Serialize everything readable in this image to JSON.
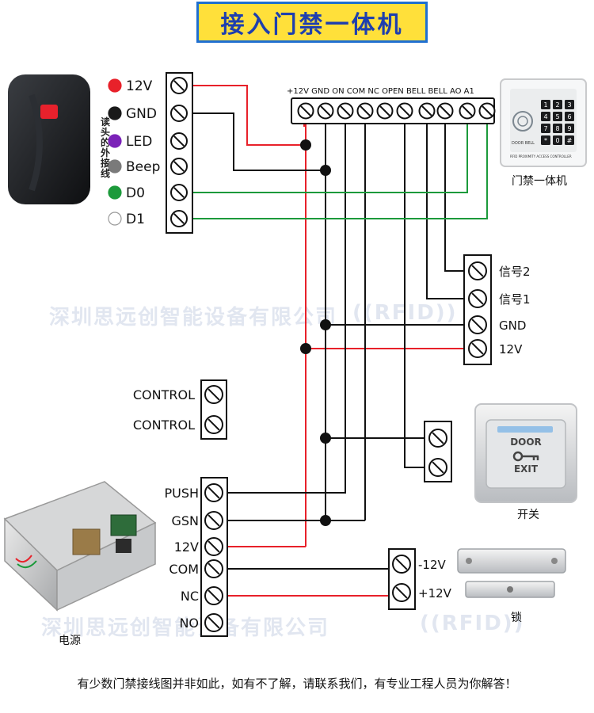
{
  "title": "接入门禁一体机",
  "reader": {
    "side_label": "读头的外接线",
    "terminals": [
      {
        "label": "12V",
        "color": "#e8212a"
      },
      {
        "label": "GND",
        "color": "#1a1a1a"
      },
      {
        "label": "LED",
        "color": "#7b22b8"
      },
      {
        "label": "Beep",
        "color": "#7a7a7a"
      },
      {
        "label": "D0",
        "color": "#1c9a3b"
      },
      {
        "label": "D1",
        "color": "#ffffff"
      }
    ]
  },
  "controller": {
    "header_labels": "+12V GND ON COM NC OPEN BELL BELL AO A1",
    "caption": "门禁一体机",
    "device_text": {
      "door_bell": "DOOR BELL",
      "rfid": "RFID PROXIMITY ACCESS CONTROLLER"
    },
    "keypad": [
      "1",
      "2",
      "3",
      "4",
      "5",
      "6",
      "7",
      "8",
      "9",
      "*",
      "0",
      "#"
    ]
  },
  "signal_block": {
    "labels": [
      "信号2",
      "信号1",
      "GND",
      "12V"
    ]
  },
  "control_block": {
    "labels": [
      "CONTROL",
      "CONTROL"
    ]
  },
  "power_supply": {
    "labels": [
      "PUSH",
      "GSN",
      "12V",
      "COM",
      "NC",
      "NO"
    ],
    "caption": "电源"
  },
  "exit_switch": {
    "door_text": "DOOR",
    "exit_text": "EXIT",
    "caption": "开关"
  },
  "lock": {
    "labels": [
      "-12V",
      "+12V"
    ],
    "caption": "锁"
  },
  "watermark": {
    "company": "深圳思远创智能设备有限公司",
    "rfid": "((RFID))"
  },
  "footnote": "有少数门禁接线图并非如此，如有不了解，请联系我们，有专业工程人员为你解答！",
  "colors": {
    "red_wire": "#e8212a",
    "black_wire": "#111111",
    "green_wire": "#1c9a3b",
    "banner": "#ffe03a",
    "banner_border": "#1f6fd0",
    "title_text": "#1e3fae"
  }
}
